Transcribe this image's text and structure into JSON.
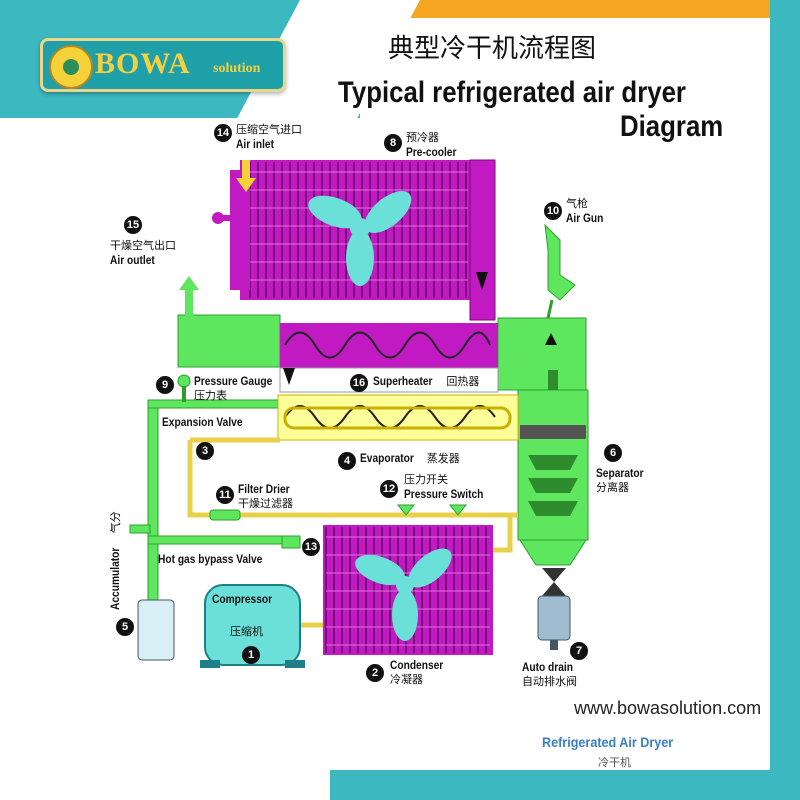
{
  "brand": {
    "name": "BOWA",
    "suffix": "solution",
    "url": "www.bowasolution.com"
  },
  "title": {
    "cn": "典型冷干机流程图",
    "en_line1": "Typical refrigerated air dryer",
    "en_line2": "Diagram"
  },
  "components": [
    {
      "num": "1",
      "en": "Compressor",
      "cn": "压缩机"
    },
    {
      "num": "2",
      "en": "Condenser",
      "cn": "冷凝器"
    },
    {
      "num": "3",
      "en": "Expansion Valve",
      "cn": ""
    },
    {
      "num": "4",
      "en": "Evaporator",
      "cn": "蒸发器"
    },
    {
      "num": "5",
      "en": "Accumulator",
      "cn": "气分"
    },
    {
      "num": "6",
      "en": "Separator",
      "cn": "分离器"
    },
    {
      "num": "7",
      "en": "Auto drain",
      "cn": "自动排水阀"
    },
    {
      "num": "8",
      "en": "Pre-cooler",
      "cn": "预冷器"
    },
    {
      "num": "9",
      "en": "Pressure Gauge",
      "cn": "压力表"
    },
    {
      "num": "10",
      "en": "Air Gun",
      "cn": "气枪"
    },
    {
      "num": "11",
      "en": "Filter Drier",
      "cn": "干燥过滤器"
    },
    {
      "num": "12",
      "en": "Pressure Switch",
      "cn": "压力开关"
    },
    {
      "num": "13",
      "en": "Hot gas bypass Valve",
      "cn": ""
    },
    {
      "num": "14",
      "en": "Air inlet",
      "cn": "压缩空气进口"
    },
    {
      "num": "15",
      "en": "Air outlet",
      "cn": "干燥空气出口"
    },
    {
      "num": "16",
      "en": "Superheater",
      "cn": "回热器"
    }
  ],
  "footer": {
    "en": "Refrigerated Air Dryer",
    "cn": "冷干机"
  },
  "colors": {
    "teal": "#3cb8c0",
    "orange": "#f5a623",
    "green": "#5ee65e",
    "magenta": "#c21ac2",
    "yellow": "#ffff99",
    "pipe_yellow": "#e8d04a"
  }
}
